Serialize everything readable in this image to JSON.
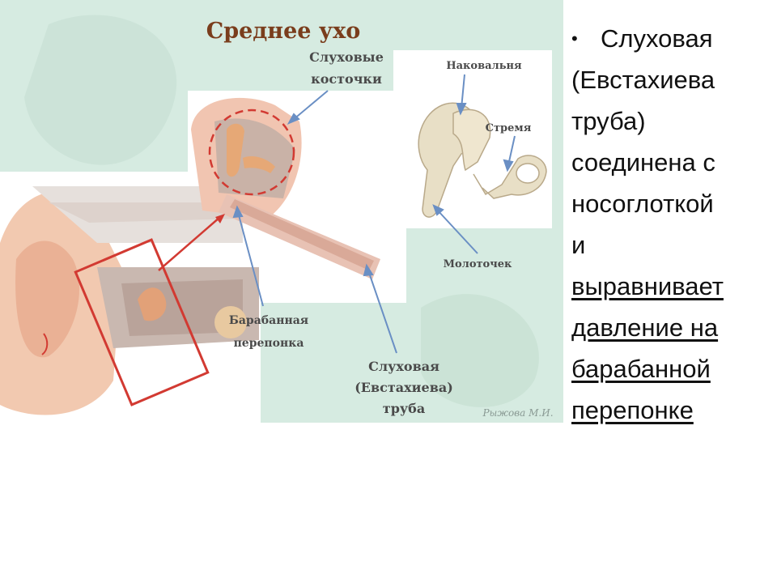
{
  "figure": {
    "title": "Среднее ухо",
    "labels": {
      "ossicles": [
        "Слуховые",
        "косточки"
      ],
      "incus": "Наковальня",
      "stapes": "Стремя",
      "malleus": "Молоточек",
      "eardrum": [
        "Барабанная",
        "перепонка"
      ],
      "tube": [
        "Слуховая",
        "(Евстахиева)",
        "труба"
      ]
    },
    "credit": "Рыжова М.И.",
    "colors": {
      "background": "#d6ebe1",
      "accent_red": "#d23a32",
      "arrow_blue": "#6a8fc4",
      "title_brown": "#7a3d1c"
    }
  },
  "text": {
    "bullet": "•",
    "first_line": "Слуховая",
    "plain_lines": [
      "(Евстахиева",
      "труба)",
      "соединена с",
      "носоглоткой",
      "и"
    ],
    "underlined_lines": [
      "выравнивает",
      "давление на",
      "барабанной",
      "перепонке"
    ]
  }
}
